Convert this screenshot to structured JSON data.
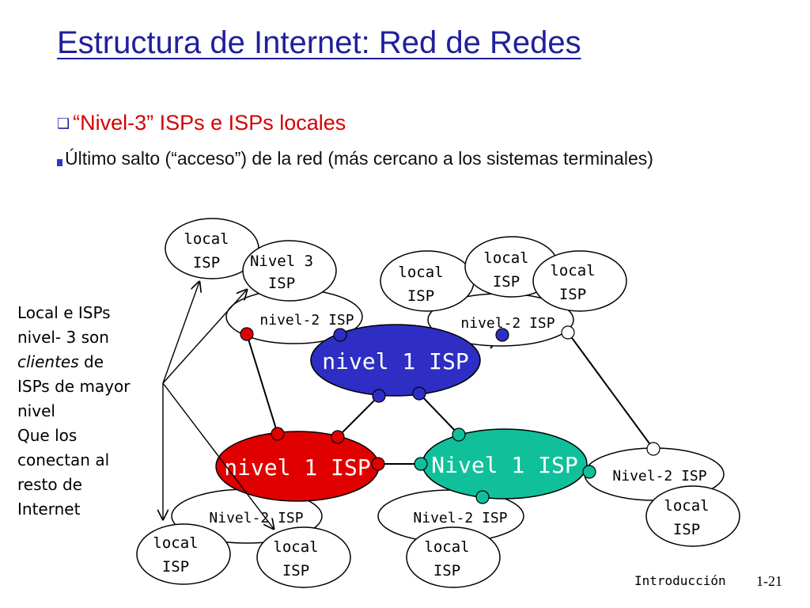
{
  "slide": {
    "title": "Estructura de Internet: Red de Redes",
    "bullet1": "“Nivel-3” ISPs e ISPs locales",
    "bullet2": "Último salto (“acceso”) de la red (más cercano a los sistemas terminales)",
    "footer_left": "Introducción",
    "footer_right": "1-21",
    "colors": {
      "title": "#1f1f9e",
      "bullet1": "#d40000",
      "tier1_blue": "#2e2ec4",
      "tier1_red": "#e00000",
      "tier1_green": "#10c09a"
    }
  },
  "note": {
    "line1": "Local e ISPs",
    "line2": "nivel- 3 son",
    "line3_italic": "clientes",
    "line3_rest": " de",
    "line4": "ISPs de mayor",
    "line5": "nivel",
    "line6": "Que los",
    "line7": "conectan al",
    "line8": "resto de",
    "line9": "Internet"
  },
  "diagram": {
    "tier1_blue": "nivel 1 ISP",
    "tier1_red": "nivel 1 ISP",
    "tier1_green": "Nivel 1 ISP",
    "n2_top_left": "nivel-2 ISP",
    "n2_top_right": "nivel-2 ISP",
    "n2_bottom_left": "Nivel-2 ISP",
    "n2_bottom_mid": "Nivel-2 ISP",
    "n2_right": "Nivel-2 ISP",
    "nivel3_l1": "Nivel 3",
    "nivel3_l2": "ISP",
    "local_l1": "local",
    "local_l2": "ISP"
  }
}
